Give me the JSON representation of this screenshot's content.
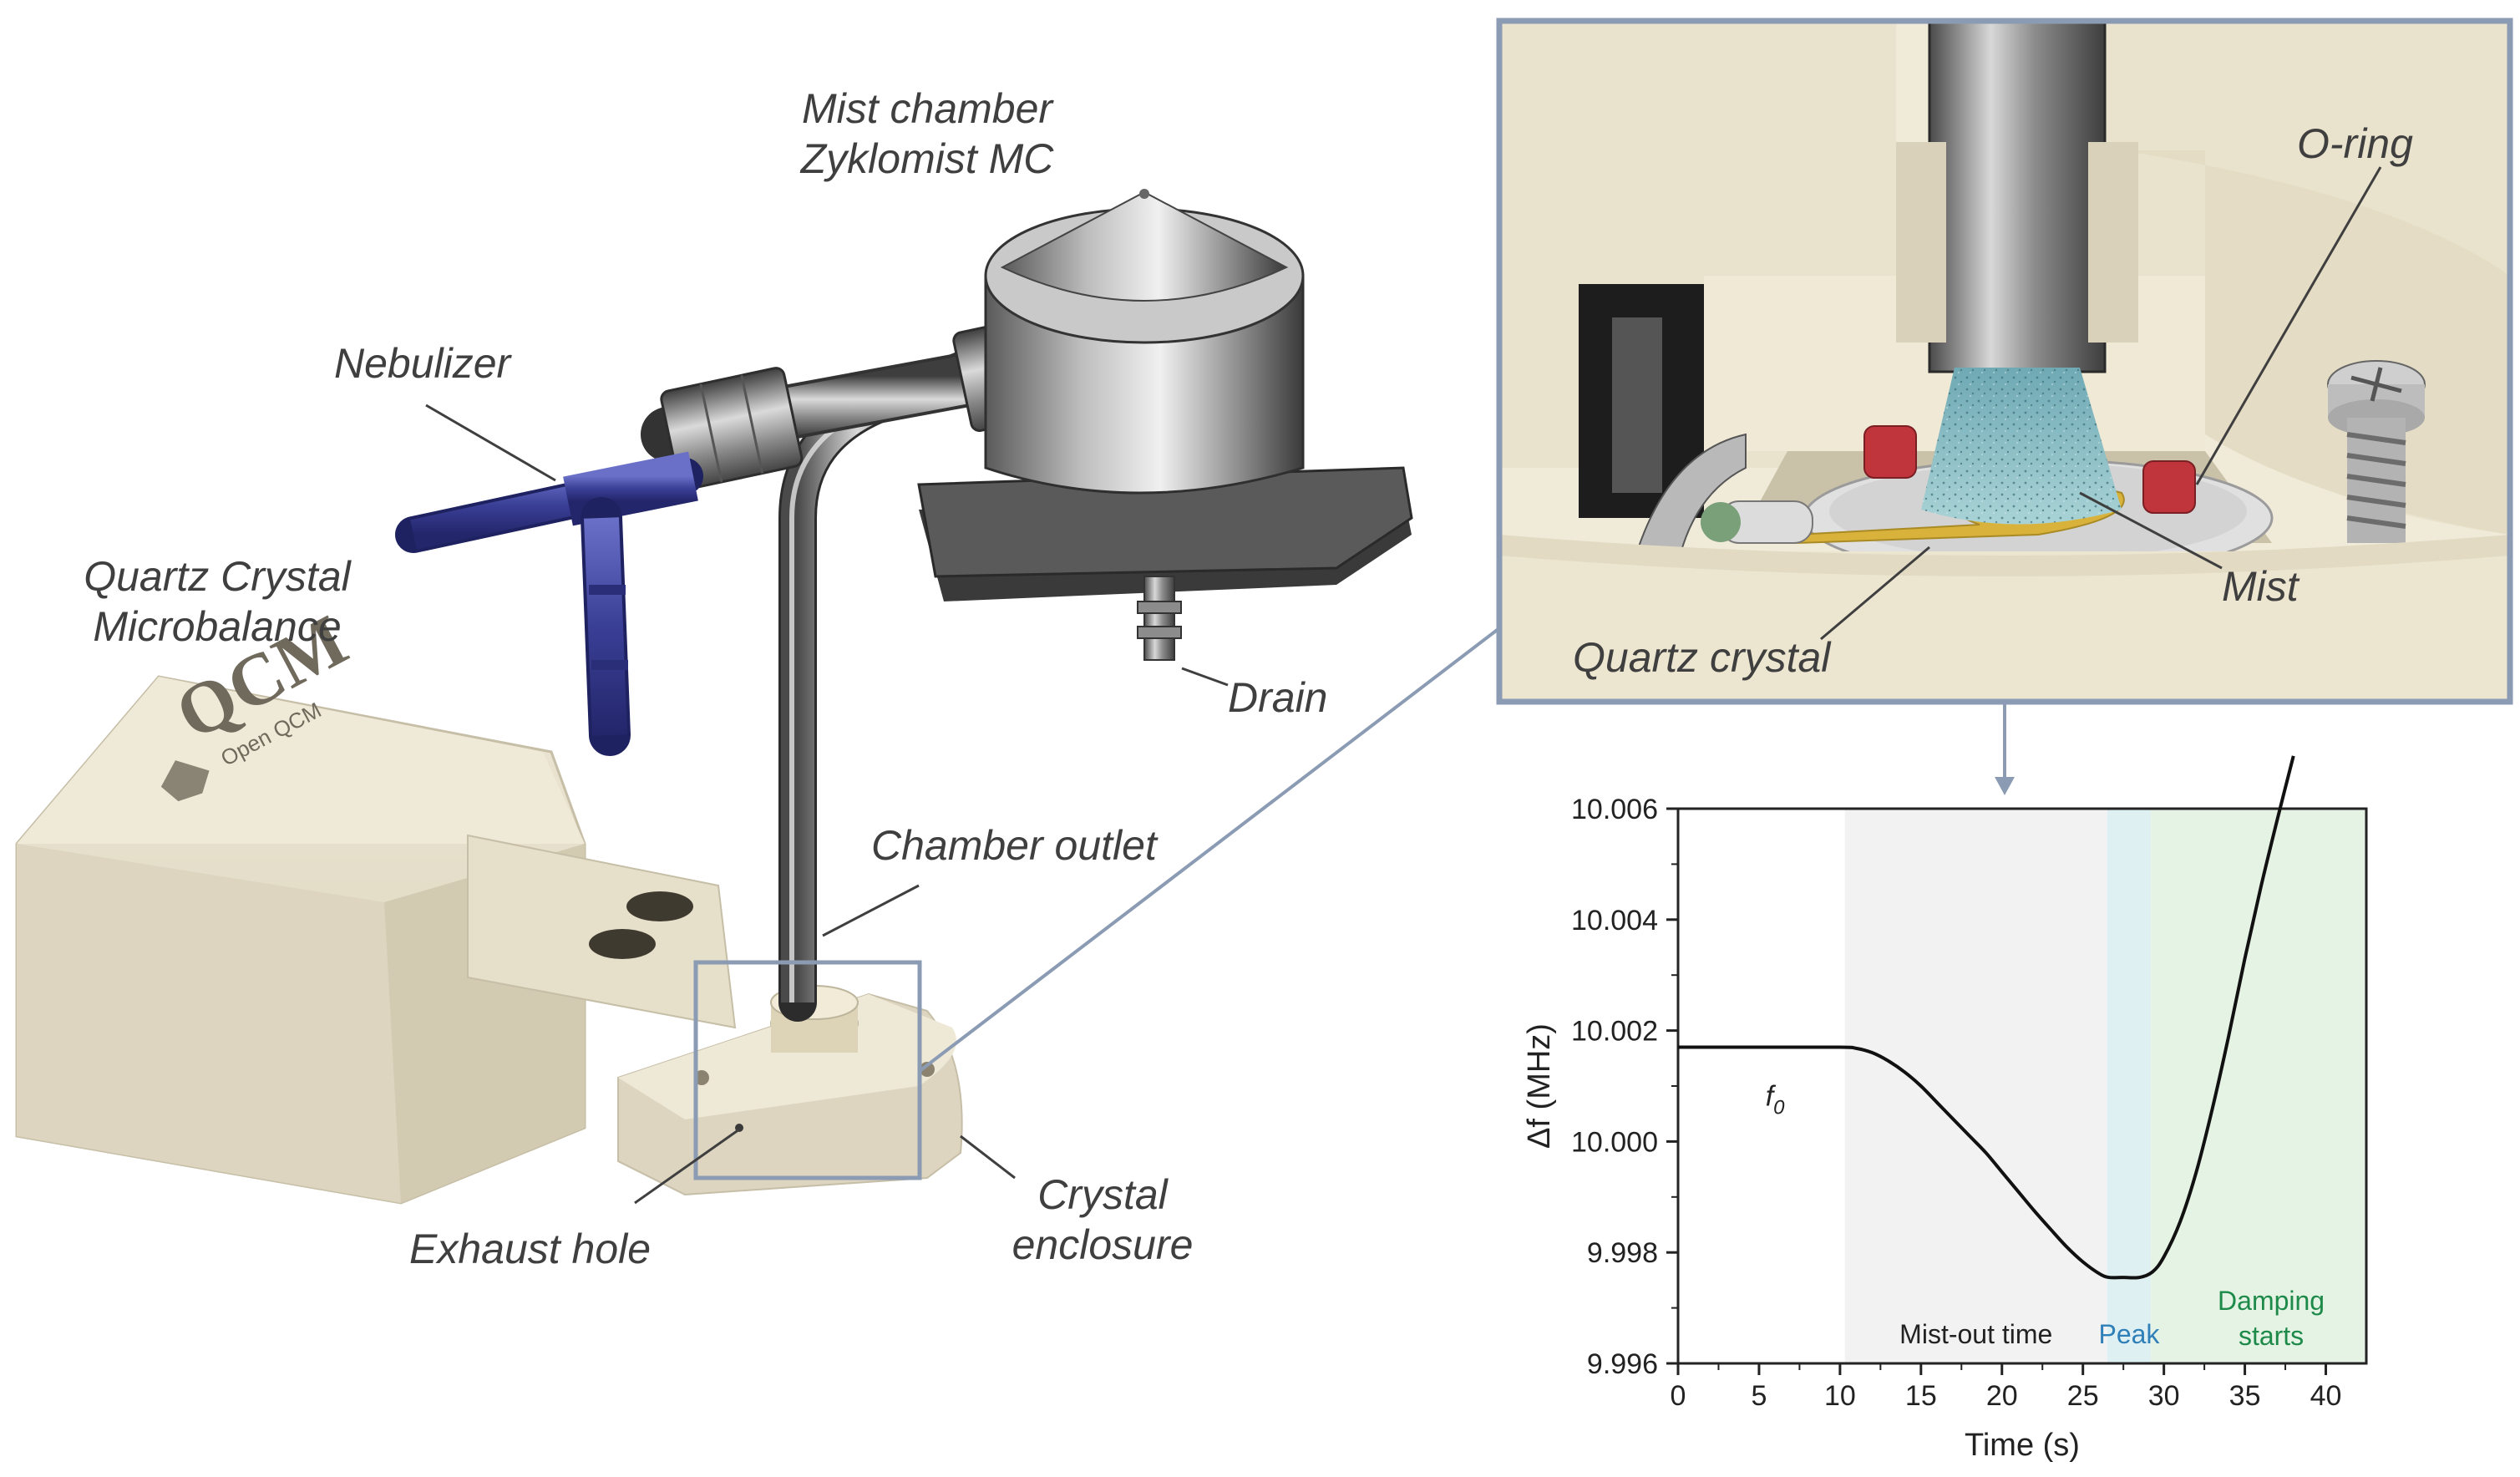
{
  "labels": {
    "mist_chamber": [
      "Mist chamber",
      "Zyklomist MC"
    ],
    "nebulizer": "Nebulizer",
    "qcm": [
      "Quartz Crystal",
      "Microbalance"
    ],
    "drain": "Drain",
    "chamber_outlet": "Chamber outlet",
    "crystal_enclosure": [
      "Crystal",
      "enclosure"
    ],
    "exhaust_hole": "Exhaust hole",
    "o_ring": "O-ring",
    "mist": "Mist",
    "quartz_crystal": "Quartz crystal"
  },
  "device_engraving": [
    "QCM",
    "Open QCM"
  ],
  "colors": {
    "frame": "#8a9bb3",
    "body_beige": "#e4ddc8",
    "metal": "#6e6e6e",
    "nebulizer_blue": "#3a3f96",
    "oring_red": "#c0343b",
    "electrode_gold": "#d8b23a",
    "mist_teal": "#7fb7c0",
    "region_mistout": "#f2f2f2",
    "region_peak": "#dff0f3",
    "region_damping": "#e5f3e4",
    "peak_text": "#2f7fb8",
    "damping_text": "#1e8a4a"
  },
  "chart_data": {
    "type": "line",
    "xlabel": "Time (s)",
    "ylabel": "Δf (MHz)",
    "xlim": [
      0,
      42.5
    ],
    "ylim": [
      9.996,
      10.006
    ],
    "xticks": [
      0,
      5,
      10,
      15,
      20,
      25,
      30,
      35,
      40
    ],
    "yticks": [
      "9.996",
      "9.998",
      "10.000",
      "10.002",
      "10.004",
      "10.006"
    ],
    "annotation": "f0",
    "regions": [
      {
        "label": "Mist-out time",
        "start": 10.3,
        "end": 26.5
      },
      {
        "label": "Peak",
        "start": 26.5,
        "end": 29.2
      },
      {
        "label": "Damping starts",
        "start": 29.2,
        "end": 42.5
      }
    ],
    "series": [
      {
        "x": [
          0,
          5,
          10,
          11,
          12,
          13,
          14,
          15,
          16,
          17,
          18,
          19,
          20,
          21,
          22,
          23,
          24,
          25,
          26,
          26.6,
          27.5,
          28.5,
          29.3,
          30,
          31,
          32,
          33,
          34,
          35,
          36,
          37,
          38
        ],
        "y": [
          10.0017,
          10.0017,
          10.0017,
          10.00168,
          10.0016,
          10.00145,
          10.00125,
          10.001,
          10.0007,
          10.0004,
          10.0001,
          9.9998,
          9.99945,
          9.9991,
          9.99875,
          9.99842,
          9.9981,
          9.99783,
          9.99762,
          9.99755,
          9.99755,
          9.99755,
          9.99765,
          9.99792,
          9.99855,
          9.99945,
          10.0006,
          10.0019,
          10.0033,
          10.0046,
          10.0058,
          10.00695
        ]
      }
    ]
  }
}
